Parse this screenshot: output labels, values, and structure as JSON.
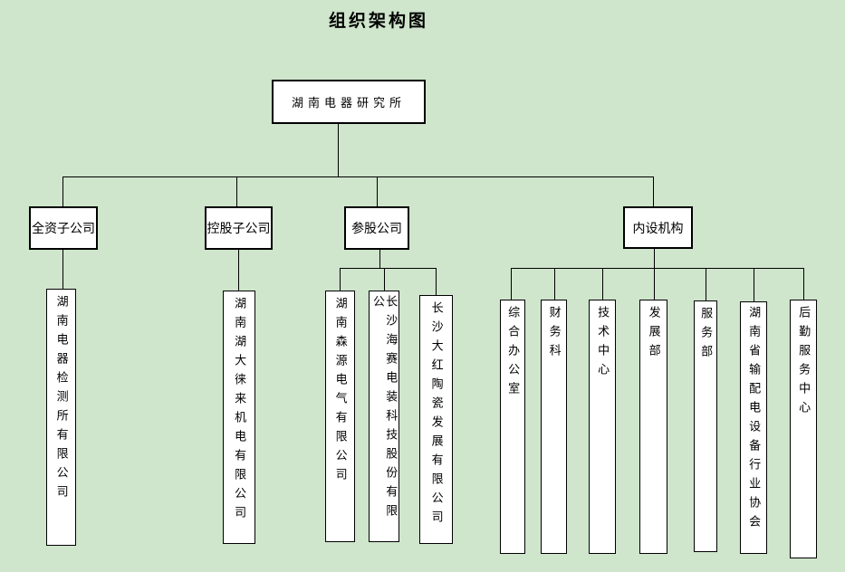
{
  "title": "组织架构图",
  "org": {
    "root": "湖南电器研究所",
    "branches": [
      {
        "label": "全资子公司",
        "children": [
          "湖南电器检测所有限公司"
        ]
      },
      {
        "label": "控股子公司",
        "children": [
          "湖南湖大徕来机电有限公司"
        ]
      },
      {
        "label": "参股公司",
        "children": [
          "湖南森源电气有限公司",
          "长沙海赛电装科技股份有限公",
          "长沙大红陶瓷发展有限公司"
        ]
      },
      {
        "label": "内设机构",
        "children": [
          "综合办公室",
          "财务科",
          "技术中心",
          "发展部",
          "服务部",
          "湖南省输配电设备行业协会",
          "后勤服务中心"
        ]
      }
    ]
  },
  "colors": {
    "background": "#cfe5cc",
    "box_fill": "#ffffff",
    "line": "#000000",
    "text": "#000000"
  }
}
